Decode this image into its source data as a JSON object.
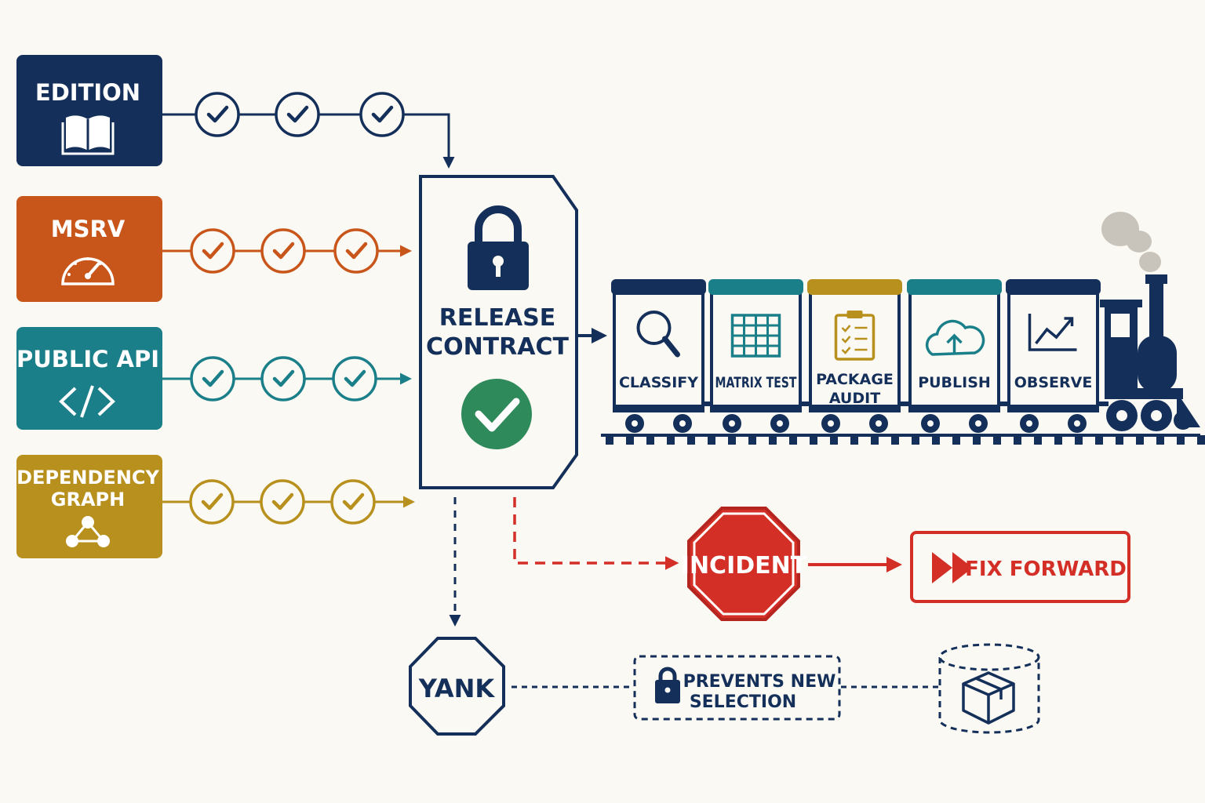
{
  "colors": {
    "navy": "#14305a",
    "orange": "#c8561a",
    "teal": "#1b7f8a",
    "mustard": "#b8901e",
    "green": "#2e8a5a",
    "red": "#d32f27",
    "smoke": "#c9c4bb",
    "background": "#fbf9f3"
  },
  "inputs": [
    {
      "label_lines": [
        "EDITION"
      ],
      "icon": "book-icon",
      "color": "#14305a",
      "checks": 3
    },
    {
      "label_lines": [
        "MSRV"
      ],
      "icon": "gauge-icon",
      "color": "#c8561a",
      "checks": 3
    },
    {
      "label_lines": [
        "PUBLIC API"
      ],
      "icon": "code-icon",
      "color": "#1b7f8a",
      "checks": 3
    },
    {
      "label_lines": [
        "DEPENDENCY",
        "GRAPH"
      ],
      "icon": "graph-icon",
      "color": "#b8901e",
      "checks": 3
    }
  ],
  "contract": {
    "label_lines": [
      "RELEASE",
      "CONTRACT"
    ],
    "icon": "padlock-icon",
    "status_icon": "check-circle-icon"
  },
  "train": {
    "cars": [
      {
        "label_lines": [
          "CLASSIFY"
        ],
        "icon": "magnifier-icon",
        "roof_color": "#14305a"
      },
      {
        "label_lines": [
          "MATRIX TEST"
        ],
        "icon": "grid-icon",
        "roof_color": "#1b7f8a"
      },
      {
        "label_lines": [
          "PACKAGE",
          "AUDIT"
        ],
        "icon": "clipboard-icon",
        "roof_color": "#b8901e"
      },
      {
        "label_lines": [
          "PUBLISH"
        ],
        "icon": "cloud-upload-icon",
        "roof_color": "#1b7f8a"
      },
      {
        "label_lines": [
          "OBSERVE"
        ],
        "icon": "line-chart-icon",
        "roof_color": "#14305a"
      }
    ],
    "locomotive_icon": "locomotive-icon"
  },
  "incident": {
    "label": "INCIDENT",
    "icon": "stop-sign-icon"
  },
  "fix_forward": {
    "label": "FIX FORWARD",
    "icon": "fast-forward-icon"
  },
  "yank": {
    "label": "YANK",
    "icon": "octagon-icon"
  },
  "prevents": {
    "label_lines": [
      "PREVENTS NEW",
      "SELECTION"
    ],
    "icon": "padlock-icon"
  },
  "storage": {
    "icon": "package-icon"
  }
}
